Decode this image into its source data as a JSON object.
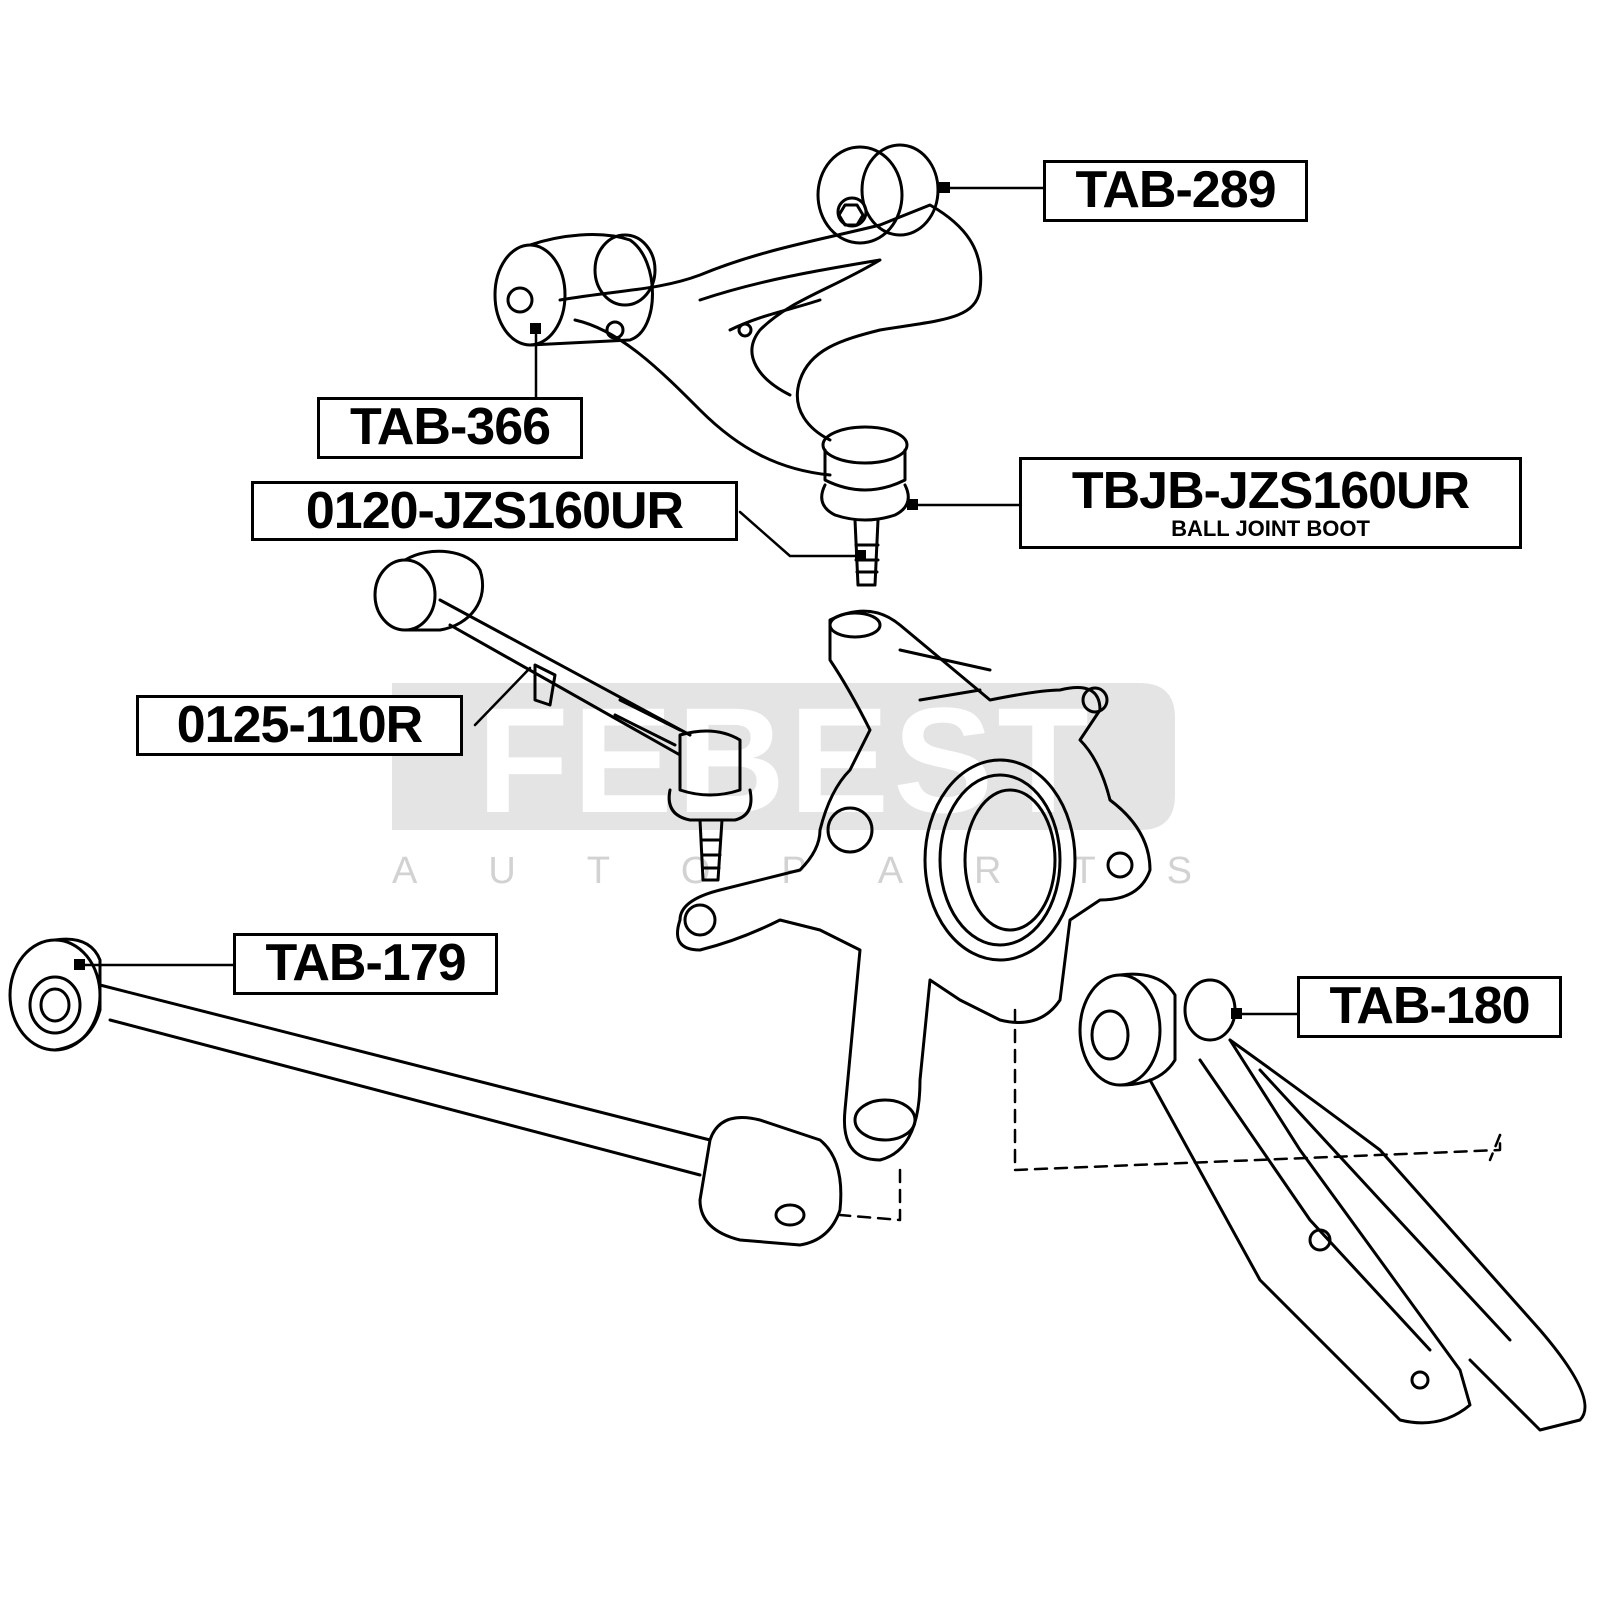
{
  "watermark": {
    "brand": "FEBEST",
    "tagline": [
      "A",
      "U",
      "T",
      "O",
      "P",
      "A",
      "R",
      "T",
      "S"
    ]
  },
  "labels": [
    {
      "code": "TAB-289"
    },
    {
      "code": "TAB-366"
    },
    {
      "code": "0120-JZS160UR"
    },
    {
      "code": "TBJB-JZS160UR",
      "subtitle": "BALL JOINT BOOT"
    },
    {
      "code": "0125-110R"
    },
    {
      "code": "TAB-179"
    },
    {
      "code": "TAB-180"
    }
  ],
  "colors": {
    "line": "#000000",
    "watermark_bg": "#e4e4e4",
    "watermark_text": "#d2d2d2"
  }
}
